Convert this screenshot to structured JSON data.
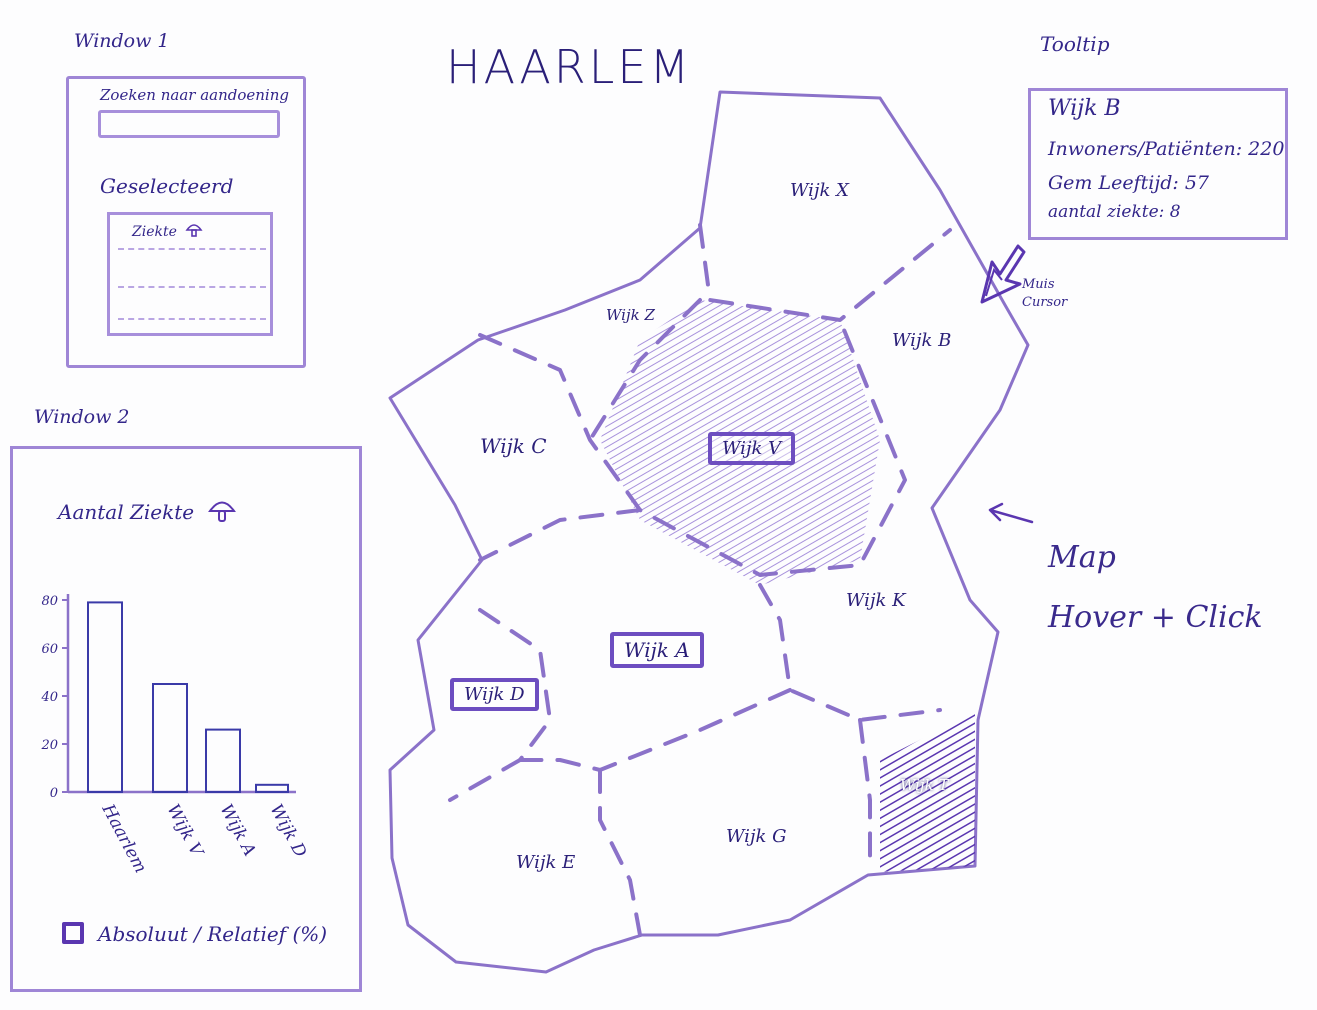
{
  "window1": {
    "title": "Window 1",
    "search_label": "Zoeken naar aandoening",
    "search_value": "",
    "selected_label": "Geselecteerd",
    "selected_items": [
      "Ziekte"
    ],
    "item_icon": "mushroom-icon"
  },
  "window2": {
    "title": "Window 2",
    "chart_title": "Aantal Ziekte",
    "title_icon": "mushroom-icon",
    "toggle_label": "Absoluut / Relatief (%)"
  },
  "chart_data": {
    "type": "bar",
    "title": "Aantal Ziekte",
    "categories": [
      "Haarlem",
      "Wijk V",
      "Wijk A",
      "Wijk D"
    ],
    "values": [
      79,
      45,
      26,
      3
    ],
    "ylim": [
      0,
      80
    ],
    "yticks": [
      0,
      20,
      40,
      60,
      80
    ],
    "ytick_labels": [
      "0",
      "20",
      "40",
      "60",
      "80"
    ],
    "grid": false,
    "legend": "none"
  },
  "map": {
    "title": "HAARLEM",
    "districts": [
      {
        "id": "x",
        "label": "Wijk X",
        "boxed": false
      },
      {
        "id": "z",
        "label": "Wijk Z",
        "boxed": false
      },
      {
        "id": "b",
        "label": "Wijk B",
        "boxed": false
      },
      {
        "id": "c",
        "label": "Wijk C",
        "boxed": false
      },
      {
        "id": "v",
        "label": "Wijk V",
        "boxed": true
      },
      {
        "id": "k",
        "label": "Wijk K",
        "boxed": false
      },
      {
        "id": "a",
        "label": "Wijk A",
        "boxed": true
      },
      {
        "id": "d",
        "label": "Wijk D",
        "boxed": true
      },
      {
        "id": "t",
        "label": "Wijk T",
        "boxed": false
      },
      {
        "id": "e",
        "label": "Wijk E",
        "boxed": false
      },
      {
        "id": "g",
        "label": "Wijk G",
        "boxed": false
      }
    ]
  },
  "tooltip": {
    "title": "Tooltip",
    "district": "Wijk B",
    "lines": [
      "Inwoners/Patiënten: 220",
      "Gem Leeftijd: 57",
      "aantal ziekte: 8"
    ]
  },
  "annotations": {
    "cursor": "Muis Cursor",
    "map_line1": "Map",
    "map_line2": "Hover + Click"
  },
  "colors": {
    "ink": "#33268a",
    "pencil": "#9f86d6",
    "bar": "#3a3aa8"
  }
}
